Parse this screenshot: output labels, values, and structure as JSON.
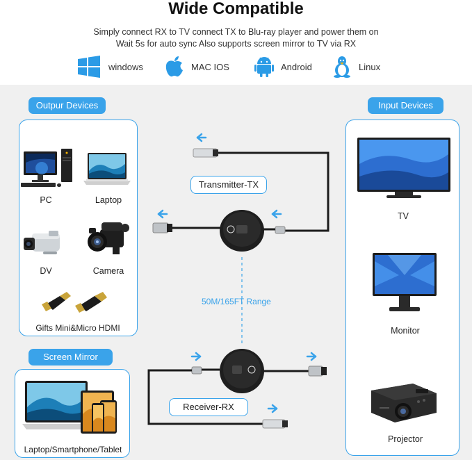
{
  "title": "Wide Compatible",
  "subtitle_line1": "Simply connect RX to TV connect TX to Blu-ray player and power them on",
  "subtitle_line2": "Wait 5s for auto sync Also supports screen mirror to TV via RX",
  "os": [
    {
      "label": "windows",
      "icon": "windows-icon"
    },
    {
      "label": "MAC IOS",
      "icon": "apple-icon"
    },
    {
      "label": "Android",
      "icon": "android-icon"
    },
    {
      "label": "Linux",
      "icon": "linux-icon"
    }
  ],
  "output_devices": {
    "heading": "Outpur Devices",
    "items": [
      "PC",
      "Laptop",
      "DV",
      "Camera",
      "Gifts Mini&Micro HDMI"
    ]
  },
  "screen_mirror": {
    "heading": "Screen Mirror",
    "label": "Laptop/Smartphone/Tablet"
  },
  "input_devices": {
    "heading": "Input Devices",
    "items": [
      "TV",
      "Monitor",
      "Projector"
    ]
  },
  "transmitter_label": "Transmitter-TX",
  "receiver_label": "Receiver-RX",
  "range_label": "50M/165FT Range",
  "colors": {
    "accent": "#3aa3ea",
    "panel_bg": "#f0f0f0",
    "device_dark": "#1c1c1c"
  }
}
